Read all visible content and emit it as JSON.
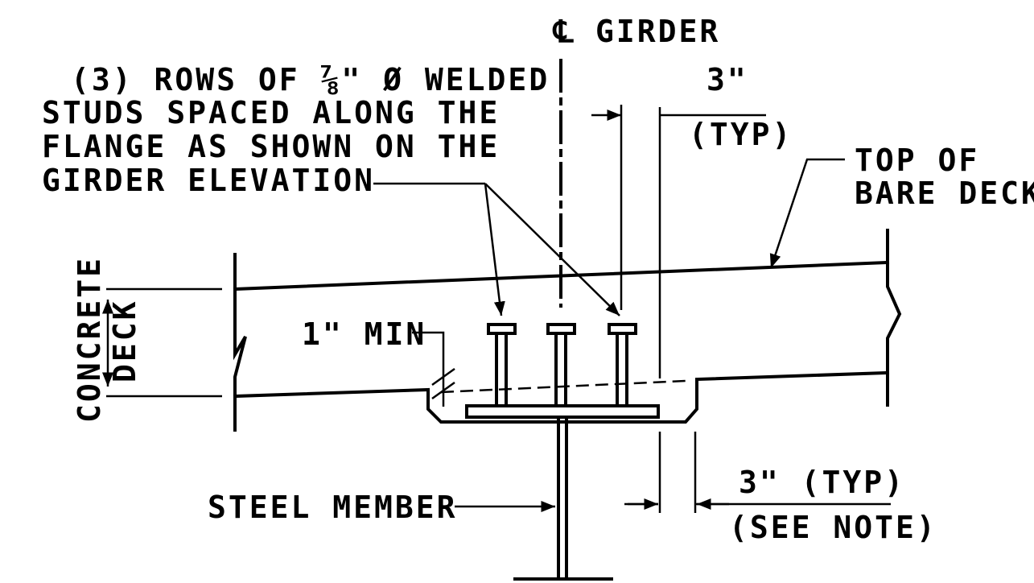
{
  "labels": {
    "girder": "GIRDER",
    "centerline_symbol": "℄",
    "studs_line1": "(3) ROWS OF  ⅞\" Ø WELDED",
    "studs_line2": "STUDS SPACED ALONG THE",
    "studs_line3": "FLANGE AS SHOWN ON THE",
    "studs_line4": "GIRDER ELEVATION",
    "top_dim": "3\"",
    "top_dim_typ": "(TYP)",
    "top_of": "TOP OF",
    "bare_deck": "BARE DECK",
    "concrete": "CONCRETE",
    "deck": "DECK",
    "min_cover": "1\" MIN",
    "steel_member": "STEEL MEMBER",
    "bottom_dim": "3\"  (TYP)",
    "see_note": "(SEE NOTE)"
  },
  "colors": {
    "ink": "#000000",
    "background": "#ffffff"
  }
}
